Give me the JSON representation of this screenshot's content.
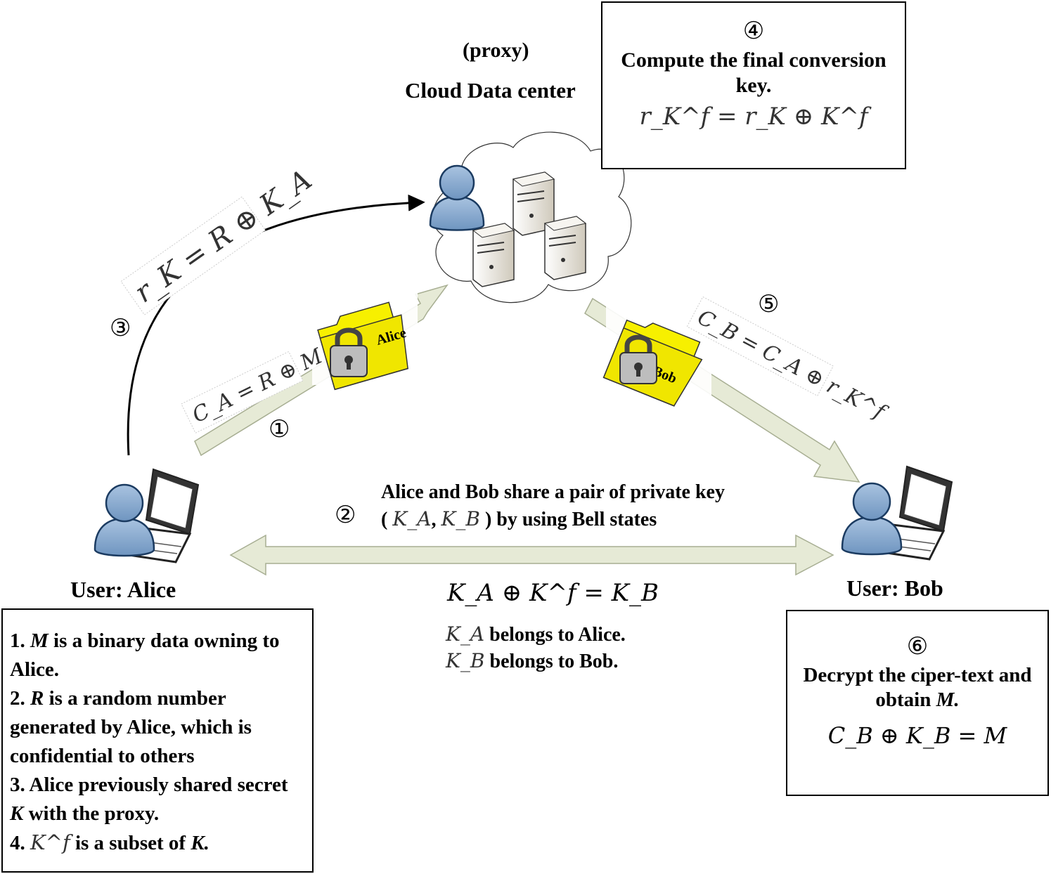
{
  "proxy_label": "(proxy)",
  "cloud_label": "Cloud Data center",
  "step4": {
    "num": "④",
    "text": "Compute the final conversion key.",
    "formula": "r_K^f = r_K ⊕ K^f"
  },
  "step3": {
    "num": "③",
    "formula": "r_K = R ⊕ K_A"
  },
  "step1": {
    "num": "①",
    "formula": "C_A = R ⊕ M",
    "folder_label": "Alice"
  },
  "step5": {
    "num": "⑤",
    "formula": "C_B = C_A ⊕ r_K^f",
    "folder_label": "Bob"
  },
  "step2": {
    "num": "②",
    "line1": "Alice and Bob share a pair of private key",
    "line2_open": "(",
    "key_a": "K_A",
    "comma": ",",
    "key_b": "K_B",
    "line2_rest": ") by using Bell states"
  },
  "relation": "K_A ⊕ K^f = K_B",
  "belongs_a": "belongs to Alice.",
  "belongs_b": "belongs to Bob.",
  "alice_label": "User:  Alice",
  "bob_label": "User:  Bob",
  "notes": {
    "n1_prefix": "1.",
    "n1_var": "M",
    "n1_text": "is a binary data owning to Alice.",
    "n2_prefix": "2.",
    "n2_var": "R",
    "n2_text": "is a random number generated by Alice, which is confidential to others",
    "n3_text": "3. Alice previously shared secret",
    "n3_var": "K",
    "n3_rest": "with the proxy.",
    "n4_prefix": "4.",
    "n4_var": "K^f",
    "n4_text": "is a subset of",
    "n4_end": "K."
  },
  "step6": {
    "num": "⑥",
    "text": "Decrypt the ciper-text and obtain",
    "var": "M.",
    "formula": "C_B ⊕ K_B = M"
  },
  "colors": {
    "arrow_fill": "#e6ead6",
    "arrow_stroke": "#a7ae92",
    "folder": "#f7f000",
    "person": "#87a9cf",
    "person_dark": "#3f6893",
    "server": "#ece8df"
  },
  "icons": [
    "user-icon",
    "laptop-icon",
    "server-icon",
    "cloud-icon",
    "folder-icon",
    "padlock-icon"
  ]
}
